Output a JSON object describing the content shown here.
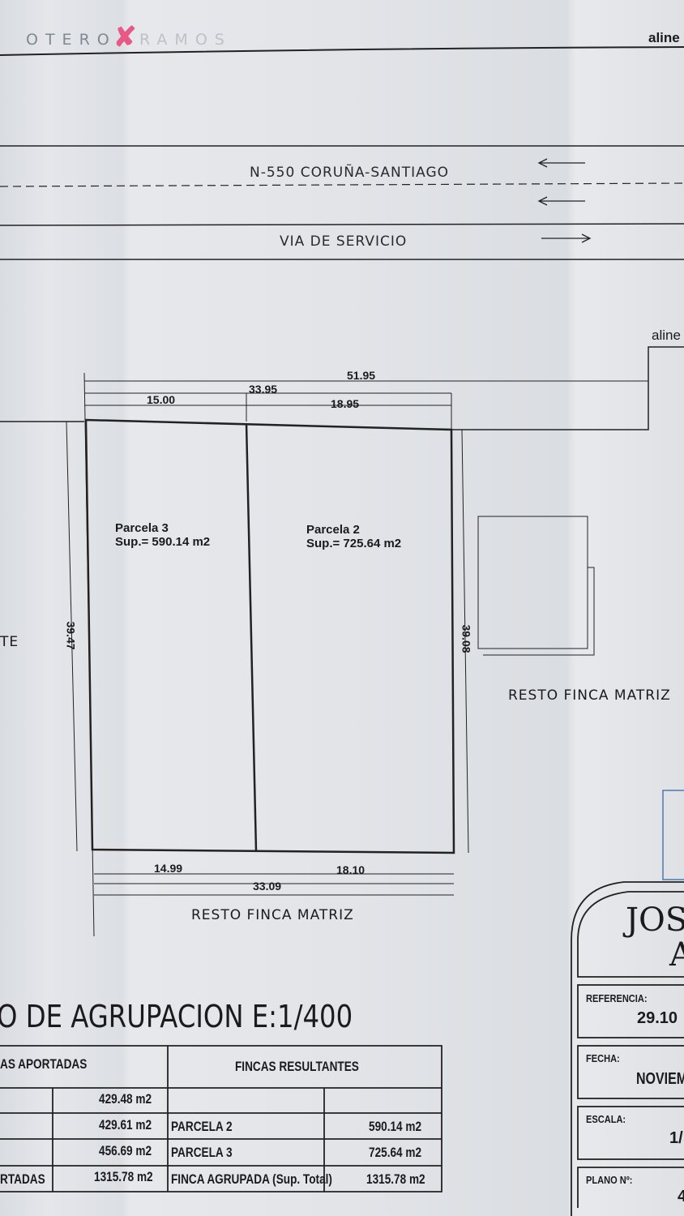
{
  "watermark": {
    "left": "OTERO",
    "right": "RAMOS",
    "color": "#e85a86"
  },
  "top_right_label": "aline",
  "roads": {
    "main": "N-550 CORUÑA-SANTIAGO",
    "service": "VIA DE SERVICIO"
  },
  "right_label": "aline",
  "dimensions": {
    "top_total": "51.95",
    "top_mid": "33.95",
    "top_left": "15.00",
    "top_right": "18.95",
    "left_side": "39.47",
    "right_side": "39.08",
    "bottom_left": "14.99",
    "bottom_right": "18.10",
    "bottom_total": "33.09"
  },
  "parcels": [
    {
      "name": "Parcela  3",
      "area": "Sup.= 590.14 m2"
    },
    {
      "name": "Parcela  2",
      "area": "Sup.= 725.64 m2"
    }
  ],
  "resto_right": "RESTO FINCA MATRIZ",
  "resto_bottom": "RESTO FINCA MATRIZ",
  "left_cut": "TE",
  "plan_title": "O DE AGRUPACION E:1/400",
  "table": {
    "header_left": "AS APORTADAS",
    "header_right": "FINCAS RESULTANTES",
    "rows": [
      {
        "left_value": "429.48 m2",
        "name": "",
        "value": ""
      },
      {
        "left_value": "429.61 m2",
        "name": "PARCELA 2",
        "value": "590.14 m2"
      },
      {
        "left_value": "456.69 m2",
        "name": "PARCELA 3",
        "value": "725.64 m2"
      },
      {
        "left_label": "RTADAS",
        "left_value": "1315.78 m2",
        "name": "FINCA AGRUPADA (Sup. Total)",
        "value": "1315.78 m2"
      }
    ]
  },
  "title_block": {
    "name_1": "JOS",
    "name_2": "A",
    "referencia_label": "REFERENCIA:",
    "referencia": "29.10",
    "fecha_label": "FECHA:",
    "fecha": "NOVIEM",
    "escala_label": "ESCALA:",
    "escala": "1/",
    "plano_label": "PLANO Nº:",
    "plano": "4"
  }
}
